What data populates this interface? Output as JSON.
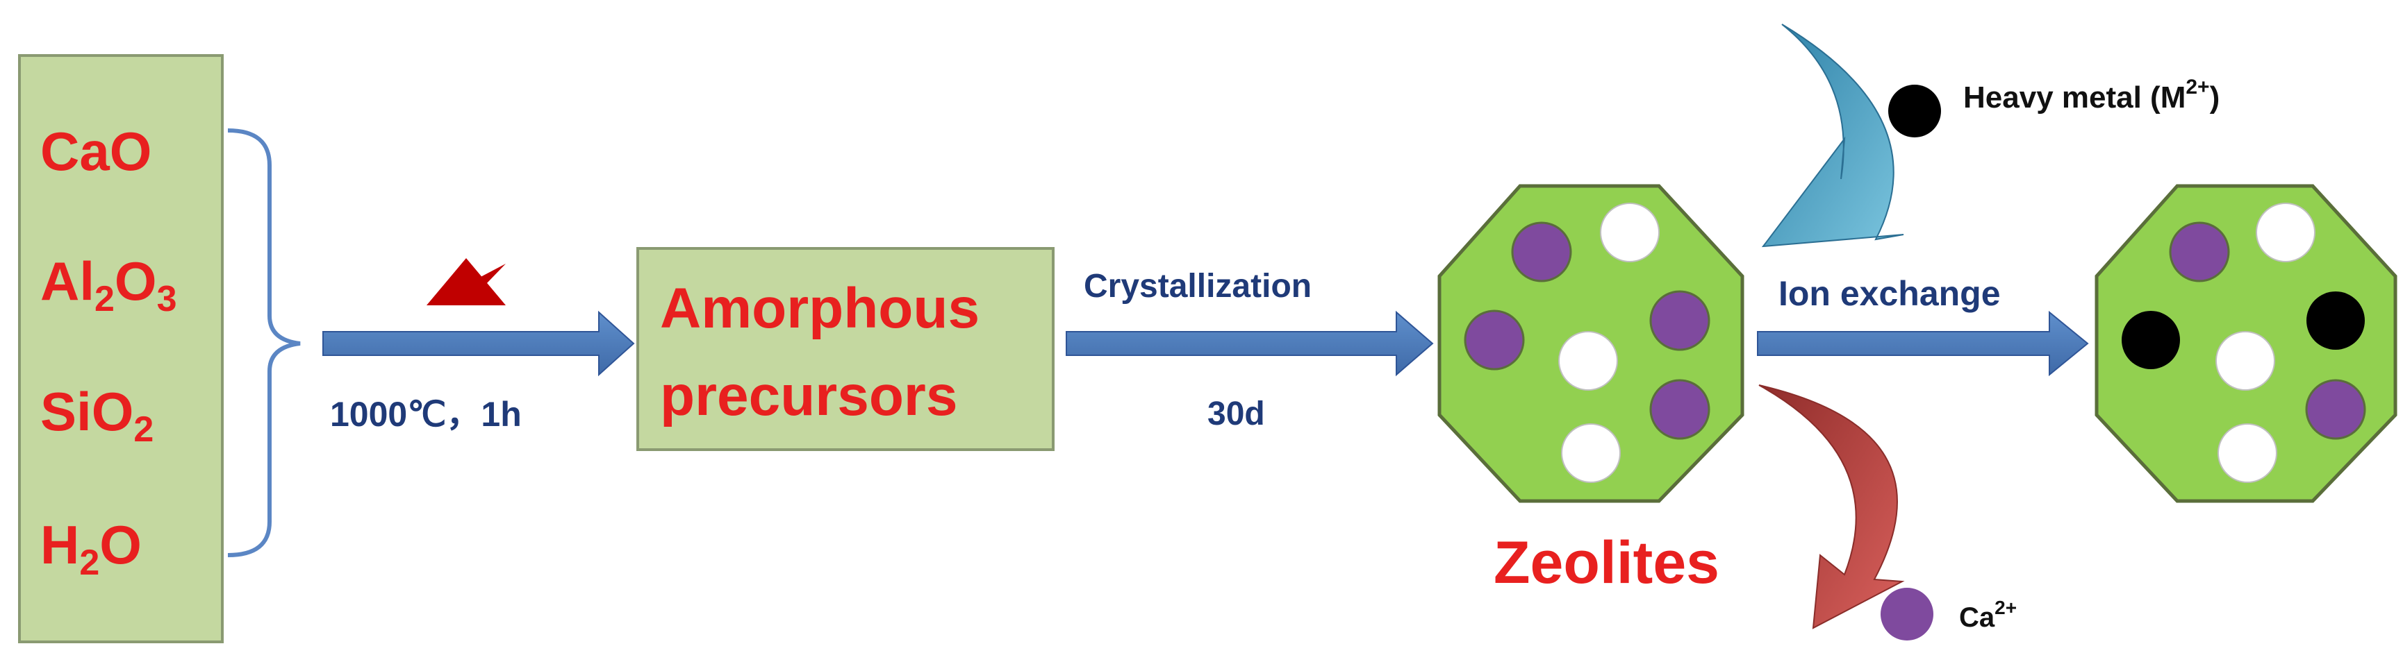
{
  "ingredients": {
    "cao": "CaO",
    "al2o3": {
      "a": "Al",
      "a_sub": "2",
      "b": "O",
      "b_sub": "3"
    },
    "sio2": {
      "a": "SiO",
      "a_sub": "2"
    },
    "h2o": {
      "a": "H",
      "a_sub": "2",
      "b": "O"
    }
  },
  "heating": {
    "condition": "1000℃，1h",
    "symbol_name": "heat-triangle"
  },
  "precursor": {
    "line1": "Amorphous",
    "line2": "precursors"
  },
  "crystallization": {
    "label": "Crystallization",
    "time": "30d"
  },
  "zeolite": {
    "label": "Zeolites"
  },
  "ion_exchange": {
    "label": "Ion exchange"
  },
  "heavy_metal": {
    "label": "Heavy metal (M",
    "sup": "2+",
    "close": ")"
  },
  "calcium": {
    "label": "Ca",
    "sup": "2+"
  },
  "colors": {
    "box_fill": "#c4d8a0",
    "box_stroke": "#8a9a72",
    "ingredient_text": "#e8201f",
    "process_text": "#1f3a78",
    "arrow": "#4a7ab8",
    "zeolite_fill": "#92d050",
    "purple_ion": "#7f4a9e",
    "white_site": "#ffffff",
    "heavy_metal_ion": "#000000",
    "incoming_arrow": "#4aa7c7",
    "outgoing_arrow": "#b4403c",
    "heat_triangle": "#c00000"
  }
}
